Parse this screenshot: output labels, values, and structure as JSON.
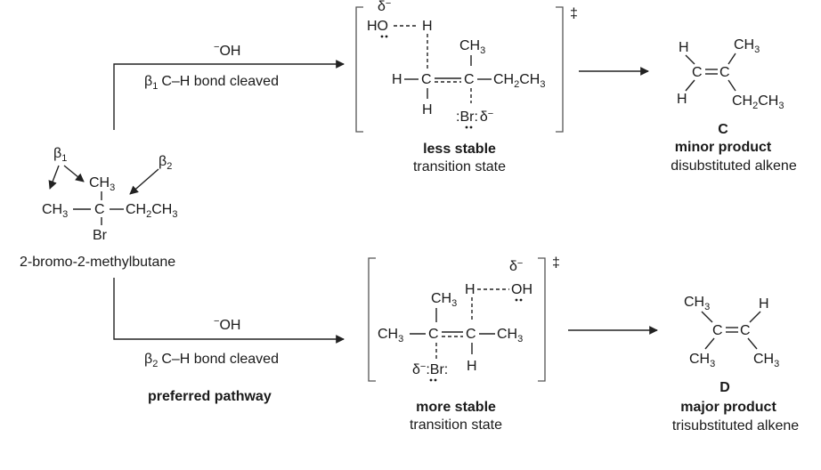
{
  "reactant": {
    "beta1": "β",
    "beta1_sub": "1",
    "beta2": "β",
    "beta2_sub": "2",
    "ch3_top": "CH",
    "ch3_top_sub": "3",
    "ch3_left": "CH",
    "ch3_left_sub": "3",
    "carbon": "C",
    "ch2ch3": "CH",
    "ch2ch3_sub2": "2",
    "ch2ch3_ch": "CH",
    "ch2ch3_sub3": "3",
    "br": "Br",
    "name": "2-bromo-2-methylbutane"
  },
  "top_path": {
    "reagent": "OH",
    "reagent_charge": "−",
    "label_beta": "β",
    "label_sub": "1",
    "label_text": "C–H bond cleaved",
    "ts_delta_minus_top": "δ",
    "ts_delta_sign_top": "−",
    "ts_ho": "HO",
    "ts_h_top": "H",
    "ts_ch3": "CH",
    "ts_ch3_sub": "3",
    "ts_h_left": "H",
    "ts_c1": "C",
    "ts_c2": "C",
    "ts_ch2ch3": "CH",
    "ts_ch2ch3_sub2": "2",
    "ts_ch2ch3_ch": "CH",
    "ts_ch2ch3_sub3": "3",
    "ts_h_bottom": "H",
    "ts_br": ":Br:",
    "ts_br_delta": "δ",
    "ts_br_delta_sign": "−",
    "ts_dagger": "‡",
    "ts_caption_bold": "less stable",
    "ts_caption": "transition state",
    "prod_h1": "H",
    "prod_h2": "H",
    "prod_c1": "C",
    "prod_c2": "C",
    "prod_ch3": "CH",
    "prod_ch3_sub": "3",
    "prod_ch2ch3": "CH",
    "prod_ch2ch3_sub2": "2",
    "prod_ch2ch3_ch": "CH",
    "prod_ch2ch3_sub3": "3",
    "prod_letter": "C",
    "prod_caption_bold": "minor product",
    "prod_caption": "disubstituted alkene"
  },
  "bottom_path": {
    "reagent": "OH",
    "reagent_charge": "−",
    "label_beta": "β",
    "label_sub": "2",
    "label_text": "C–H bond cleaved",
    "preferred": "preferred pathway",
    "ts_delta_minus_top": "δ",
    "ts_delta_sign_top": "−",
    "ts_oh": "OH",
    "ts_h_top": "H",
    "ts_ch3_top": "CH",
    "ts_ch3_top_sub": "3",
    "ts_ch3_left": "CH",
    "ts_ch3_left_sub": "3",
    "ts_c1": "C",
    "ts_c2": "C",
    "ts_ch3_right": "CH",
    "ts_ch3_right_sub": "3",
    "ts_br_delta": "δ",
    "ts_br_delta_sign": "−",
    "ts_br": ":Br:",
    "ts_h_bottom": "H",
    "ts_dagger": "‡",
    "ts_caption_bold": "more stable",
    "ts_caption": "transition state",
    "prod_ch3_top": "CH",
    "prod_ch3_top_sub": "3",
    "prod_h": "H",
    "prod_c1": "C",
    "prod_c2": "C",
    "prod_ch3_bl": "CH",
    "prod_ch3_bl_sub": "3",
    "prod_ch3_br": "CH",
    "prod_ch3_br_sub": "3",
    "prod_letter": "D",
    "prod_caption_bold": "major product",
    "prod_caption": "trisubstituted alkene"
  }
}
